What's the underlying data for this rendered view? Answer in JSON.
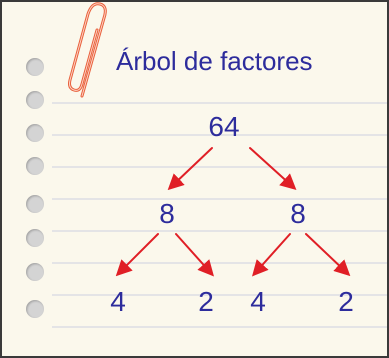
{
  "title": "Árbol de factores",
  "tree": {
    "root": "64",
    "level1": [
      "8",
      "8"
    ],
    "level2": [
      "4",
      "2",
      "4",
      "2"
    ]
  },
  "colors": {
    "paper": "#fbf8ec",
    "lines": "#e4e4e6",
    "text": "#2d2c9c",
    "arrows": "#e01f26",
    "clip": "#e8603c"
  },
  "icons": [
    "paperclip-icon",
    "binder-hole-icon"
  ]
}
